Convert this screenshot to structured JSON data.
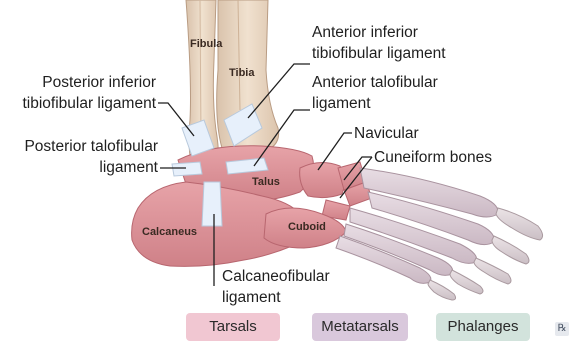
{
  "labels": {
    "anterior_inferior_tibiofibular_line1": "Anterior inferior",
    "anterior_inferior_tibiofibular_line2": "tibiofibular ligament",
    "anterior_talofibular_line1": "Anterior talofibular",
    "anterior_talofibular_line2": "ligament",
    "posterior_inferior_tibiofibular_line1": "Posterior inferior",
    "posterior_inferior_tibiofibular_line2": "tibiofibular ligament",
    "posterior_talofibular_line1": "Posterior talofibular",
    "posterior_talofibular_line2": "ligament",
    "navicular": "Navicular",
    "cuneiform_bones": "Cuneiform bones",
    "calcaneofibular_line1": "Calcaneofibular",
    "calcaneofibular_line2": "ligament"
  },
  "bones": {
    "fibula": "Fibula",
    "tibia": "Tibia",
    "talus": "Talus",
    "calcaneus": "Calcaneus",
    "cuboid": "Cuboid"
  },
  "legend": {
    "tarsals": "Tarsals",
    "metatarsals": "Metatarsals",
    "phalanges": "Phalanges"
  },
  "colors": {
    "tarsals": "#e9a9ae",
    "metatarsals": "#d5c5d8",
    "phalanges": "#cfe0da",
    "bone_shaft": "#ecd9c5",
    "ligament": "#e7f0fb"
  },
  "icons": {
    "brand": "rx-logo-icon"
  },
  "brand_mark": "℞"
}
